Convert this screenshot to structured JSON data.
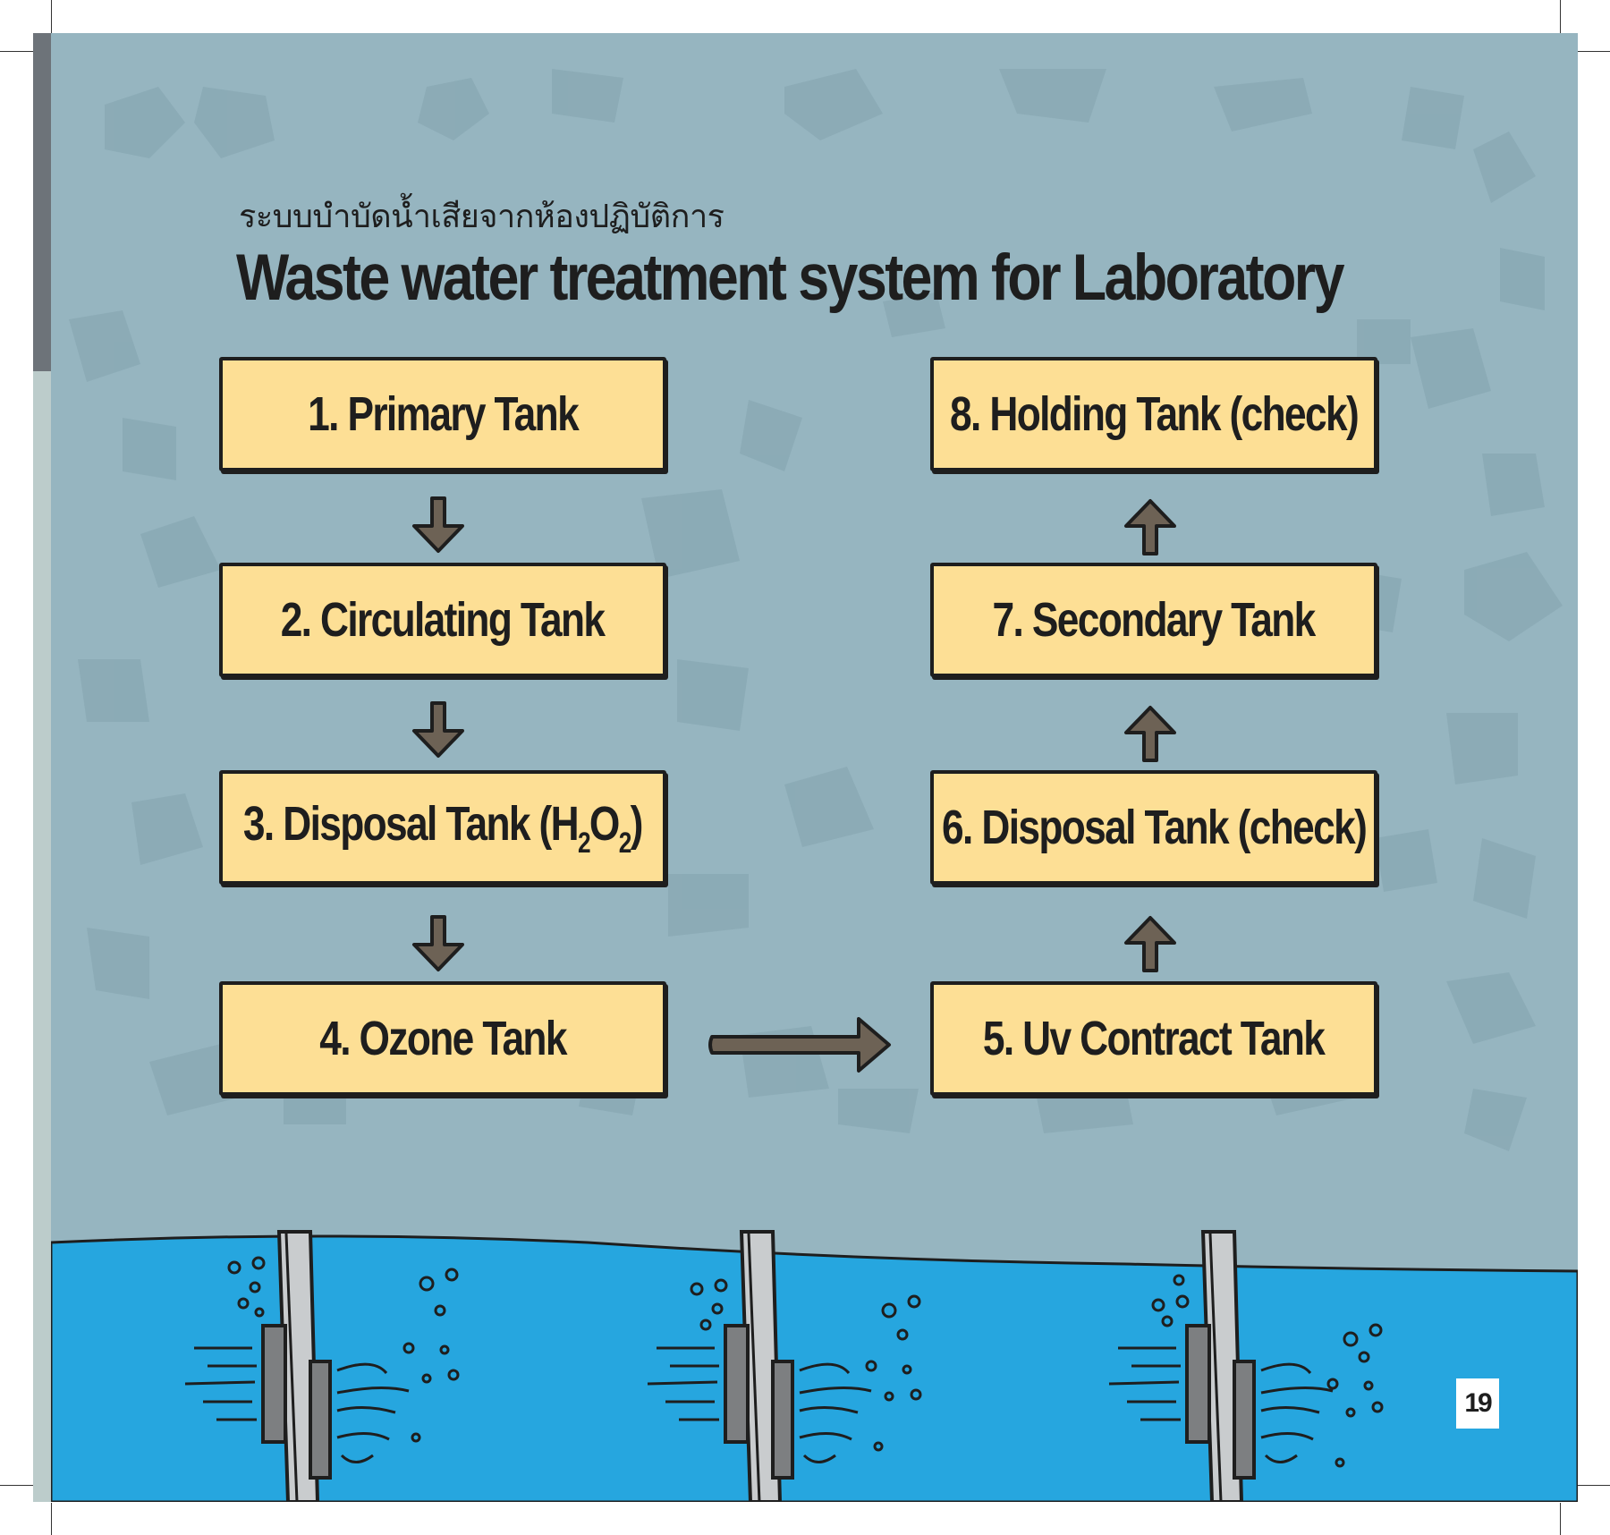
{
  "header": {
    "subtitle_th": "ระบบบำบัดน้ำเสียจากห้องปฏิบัติการ",
    "title": "Waste water treatment system for Laboratory"
  },
  "steps": [
    {
      "label": "1. Primary Tank"
    },
    {
      "label": "2. Circulating Tank"
    },
    {
      "label_prefix": "3. Disposal Tank (H",
      "sub1": "2",
      "mid": "O",
      "sub2": "2",
      "suffix": ")"
    },
    {
      "label": "4. Ozone Tank"
    },
    {
      "label": "5. Uv Contract Tank"
    },
    {
      "label": "6. Disposal Tank (check)"
    },
    {
      "label": "7. Secondary Tank"
    },
    {
      "label": "8. Holding Tank (check)"
    }
  ],
  "page_number": "19",
  "colors": {
    "background": "#96b5c0",
    "box_fill": "#fddf95",
    "arrow": "#6d6255",
    "water": "#26a6df",
    "ink": "#1e1e1e"
  },
  "icons": [
    "down-arrow-icon",
    "up-arrow-icon",
    "right-arrow-icon",
    "aerator-icon"
  ]
}
